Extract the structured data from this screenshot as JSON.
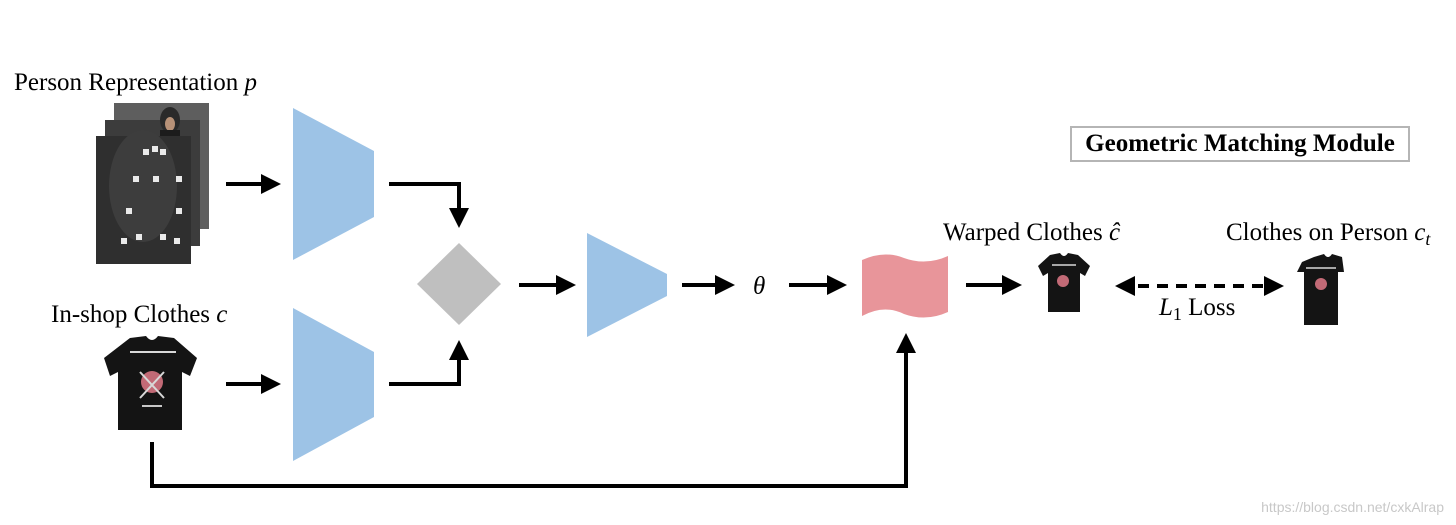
{
  "labels": {
    "person_representation": "Person Representation",
    "person_symbol": "p",
    "inshop_clothes": "In-shop Clothes",
    "inshop_symbol": "c",
    "theta": "θ",
    "warped_clothes": "Warped Clothes",
    "warped_symbol": "ĉ",
    "clothes_on_person": "Clothes on Person",
    "clothes_on_person_symbol": "c",
    "clothes_on_person_sub": "t",
    "loss_symbol": "L",
    "loss_sub": "1",
    "loss_text": "Loss"
  },
  "module_title": "Geometric Matching Module",
  "watermark": "https://blog.csdn.net/cxkAlrap",
  "colors": {
    "encoder": "#9dc3e6",
    "correlation": "#bfbfbf",
    "tps": "#e8959a",
    "arrow": "#000000",
    "shirt": "#141414",
    "shirt_print": "#d8d8d8"
  },
  "icons": {
    "person": "person-representation-stack",
    "clothes": "t-shirt-icon"
  }
}
